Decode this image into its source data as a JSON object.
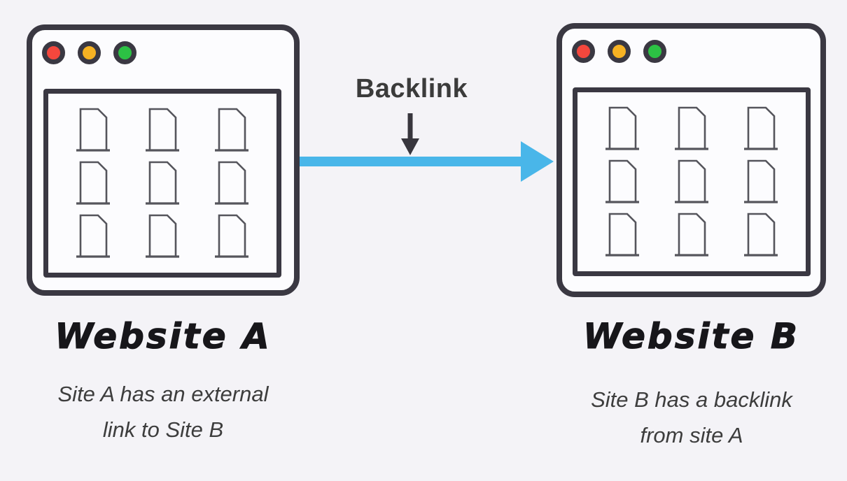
{
  "diagram": {
    "backlink_label": "Backlink",
    "site_a": {
      "title": "Website A",
      "caption_lines": [
        "Site A has an external",
        "link to Site B"
      ]
    },
    "site_b": {
      "title": "Website B",
      "caption_lines": [
        "Site B has a backlink",
        "from site A"
      ]
    }
  },
  "colors": {
    "page_background": "#f4f3f7",
    "window_fill": "#fcfcfe",
    "window_border": "#3a3842",
    "frame_border": "#3a3842",
    "doc_stroke": "#55555c",
    "dot_red": "#f4473d",
    "dot_yellow": "#f6b223",
    "dot_green": "#2cc144",
    "dot_ring": "#3a3842",
    "arrow_blue": "#49b6e9",
    "arrow_dark": "#38363d",
    "title_color": "#17161a",
    "caption_color": "#3d3d3d",
    "label_color": "#3b3b3b"
  },
  "icons": {
    "document": "document-icon",
    "red_dot": "red-dot-icon",
    "yellow_dot": "yellow-dot-icon",
    "green_dot": "green-dot-icon",
    "backlink_arrow": "backlink-arrow-icon",
    "down_arrow": "down-arrow-icon"
  }
}
